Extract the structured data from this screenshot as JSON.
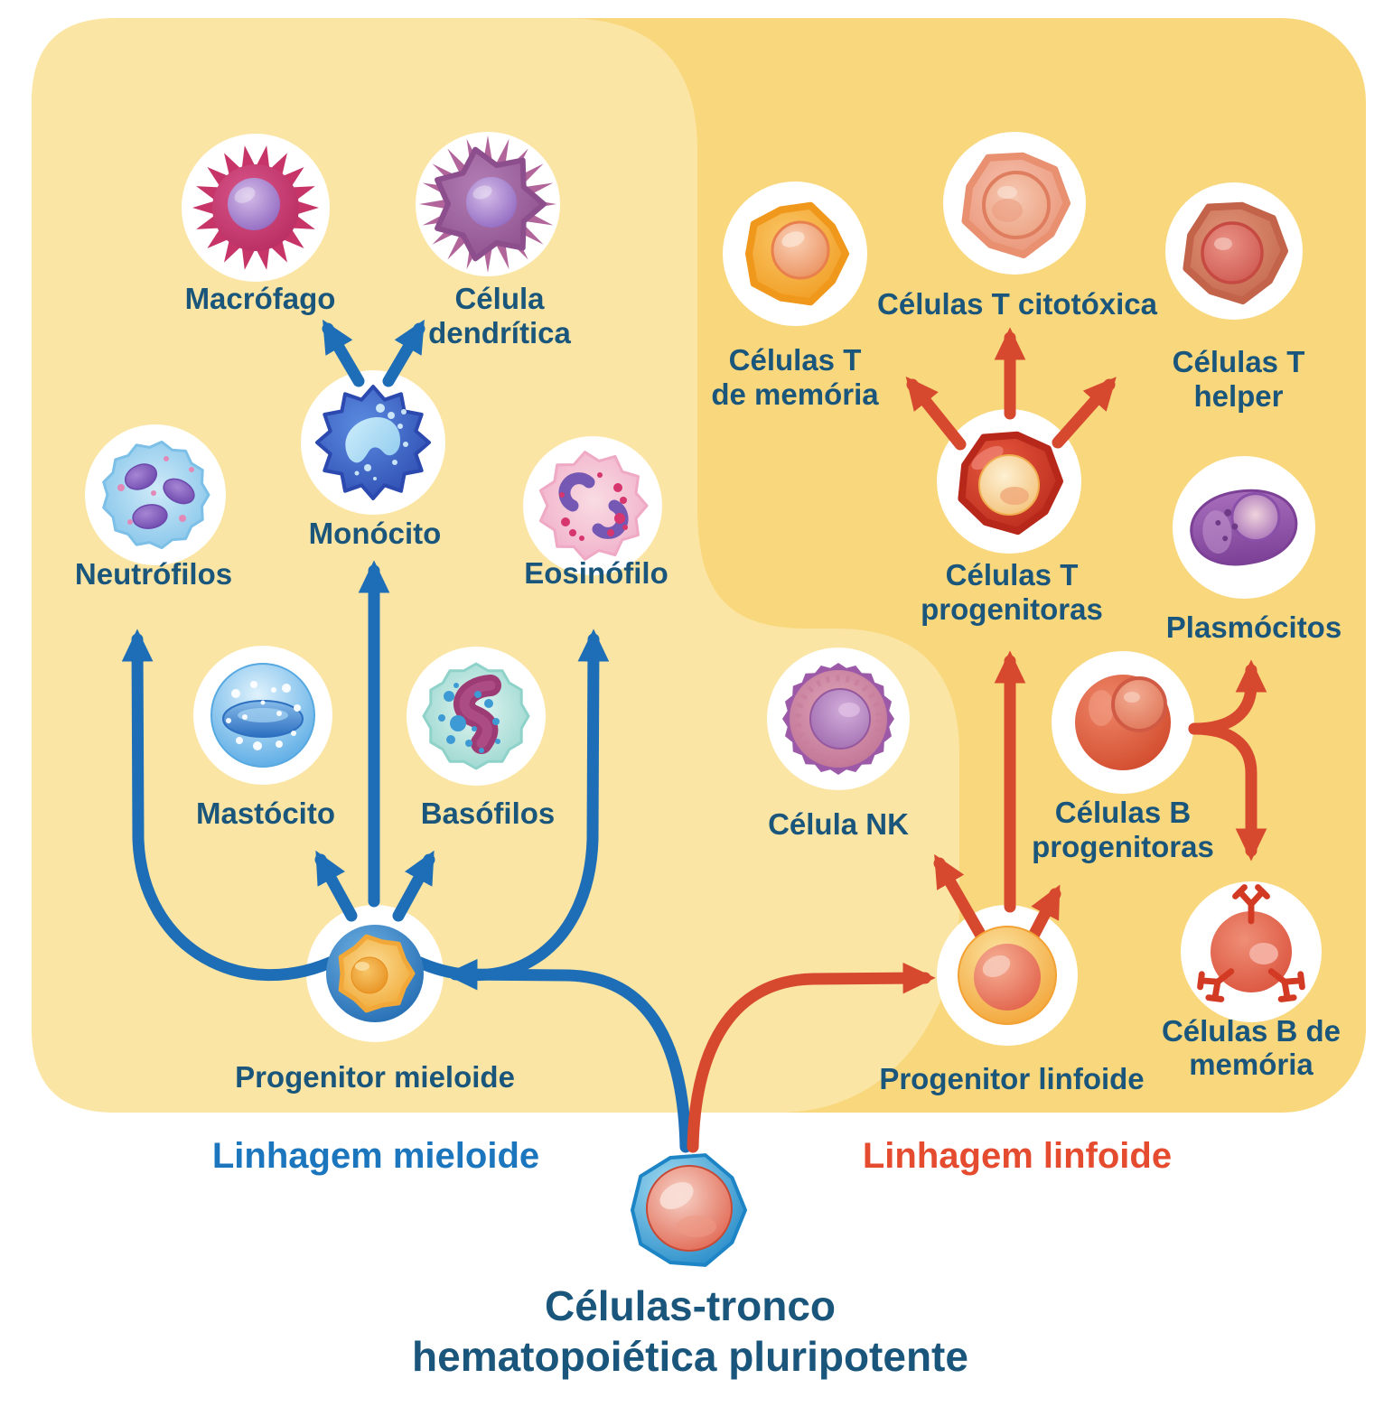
{
  "diagram": {
    "language": "pt",
    "topic": "Hematopoiese - diferenciação de células-tronco"
  },
  "stem": {
    "line1": "Células-tronco",
    "line2": "hematopoiética pluripotente"
  },
  "lineages": {
    "myeloid": {
      "label": "Linhagem mieloide"
    },
    "lymphoid": {
      "label": "Linhagem linfoide"
    }
  },
  "cells": {
    "macrofago": {
      "label": "Macrófago"
    },
    "celula_dendritica": {
      "line1": "Célula",
      "line2": "dendrítica"
    },
    "monocito": {
      "label": "Monócito"
    },
    "neutrofilos": {
      "label": "Neutrófilos"
    },
    "eosinofilo": {
      "label": "Eosinófilo"
    },
    "mastocito": {
      "label": "Mastócito"
    },
    "basofilos": {
      "label": "Basófilos"
    },
    "progenitor_mieloide": {
      "label": "Progenitor mieloide"
    },
    "celulas_t_memoria": {
      "line1": "Células T",
      "line2": "de memória"
    },
    "celulas_t_citotoxica": {
      "label": "Células T citotóxica"
    },
    "celulas_t_helper": {
      "line1": "Células T",
      "line2": "helper"
    },
    "celulas_t_progenitoras": {
      "line1": "Células T",
      "line2": "progenitoras"
    },
    "plasmocitos": {
      "label": "Plasmócitos"
    },
    "celula_nk": {
      "label": "Célula NK"
    },
    "celulas_b_progenitoras": {
      "line1": "Células B",
      "line2": "progenitoras"
    },
    "celulas_b_memoria": {
      "line1": "Células B de",
      "line2": "memória"
    },
    "progenitor_linfoide": {
      "label": "Progenitor linfoide"
    }
  },
  "colors": {
    "panel_dark": "#F9D77D",
    "panel_light": "#FBE5A4",
    "arrow_blue": "#1D6EB7",
    "arrow_red": "#D7492F",
    "text_navy": "#1A567C",
    "lineage_blue": "#1B76BE",
    "lineage_red": "#E54B2E",
    "white_disc": "#FFFFFF"
  }
}
